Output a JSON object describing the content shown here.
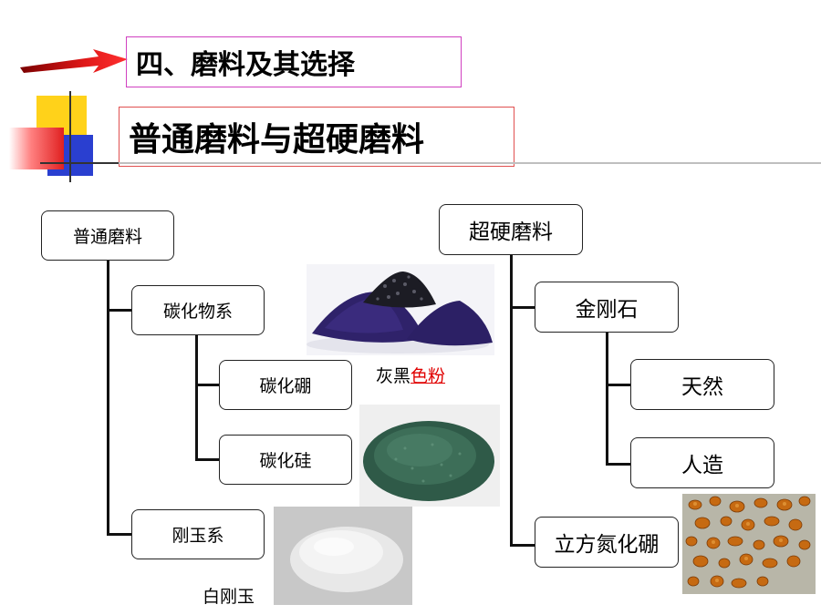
{
  "heading": "四、磨料及其选择",
  "subheading": "普通磨料与超硬磨料",
  "left_tree": {
    "root": "普通磨料",
    "carbide": "碳化物系",
    "boron_carbide": "碳化硼",
    "silicon_carbide": "碳化硅",
    "corundum": "刚玉系"
  },
  "right_tree": {
    "root": "超硬磨料",
    "diamond": "金刚石",
    "natural": "天然",
    "synthetic": "人造",
    "cbn": "立方氮化硼"
  },
  "captions": {
    "gray_black_prefix": "灰黑",
    "gray_black_suffix": "色粉",
    "white_corundum": "白刚玉"
  },
  "colors": {
    "arrow": "#e0101e",
    "heading_border": "#d040c0",
    "subheading_border": "#e05050",
    "caption_red": "#e00000"
  }
}
